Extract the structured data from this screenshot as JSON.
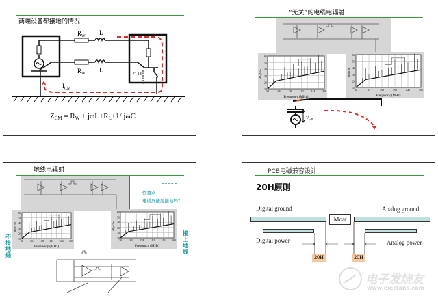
{
  "panel1": {
    "title": "两端设备都接地的情况",
    "rw_top": "R",
    "rw_bottom": "R",
    "sub_w": "W",
    "l_top": "L",
    "l_bottom": "L",
    "icm": "I",
    "icm_sub": "CM",
    "cp": "c",
    "formula": "Z",
    "formula_sub": "CM",
    "formula_rest": " = R",
    "f_w": "W",
    "f_mid": " + jωL+R",
    "f_l": "L",
    "f_end": "+1/ jωC"
  },
  "panel2": {
    "title": "“无关”的电缆电辐射",
    "vcm": "V",
    "vcm_sub": "CM"
  },
  "panel3": {
    "title": "地线电辐射",
    "question_line1": "你喜欢",
    "question_line2": "电缆屏蔽层接地吗？",
    "left_side": "不接地线",
    "right_side": "接上地线"
  },
  "panel4": {
    "title": "PCB电磁兼容设计",
    "subtitle": "20H原则",
    "digital_ground": "Digital ground",
    "analog_ground": "Analog ground",
    "digital_power": "Digital power",
    "analog_power": "Analog power",
    "moat": "Moat",
    "tag1": "20H",
    "tag2": "20H",
    "watermark_cn": "电子发烧友",
    "watermark_url": "www.elecfans.com"
  },
  "chart_data": [
    {
      "type": "line",
      "ylabel": "dBμV/m",
      "xlabel": "Frequency (MHz)",
      "yticks": [
        "60",
        "50",
        "40",
        "30",
        "20",
        "10"
      ],
      "xticks": [
        "30",
        "66",
        "138",
        "192",
        "244",
        "300"
      ]
    },
    {
      "type": "line",
      "ylabel": "dBμV/m",
      "xlabel": "Frequency (MHz)",
      "yticks": [
        "60",
        "50",
        "40",
        "30",
        "20",
        "10"
      ],
      "xticks": [
        "30",
        "84",
        "138",
        "192",
        "240",
        "300"
      ]
    }
  ],
  "colors": {
    "accent_green": "#3a9a3a",
    "dash_red": "#d9302c",
    "plane": "#bfe0dd",
    "tag": "#f6c9a0",
    "note": "#1a9aa0"
  }
}
